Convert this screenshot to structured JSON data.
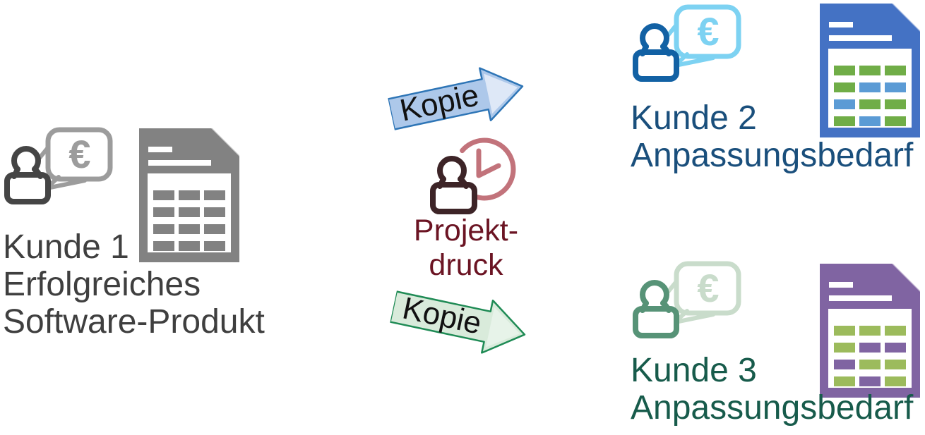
{
  "background_color": "#ffffff",
  "kunde1": {
    "label_lines": [
      "Kunde 1",
      "Erfolgreiches",
      "Software-Produkt"
    ],
    "text_color": "#3F3F3F",
    "person_color": "#454545",
    "bubble_color": "#9C9C9C",
    "euro_symbol": "€",
    "doc": {
      "color": "#828282",
      "cells": [
        [
          "#828282",
          "#828282",
          "#828282"
        ],
        [
          "#828282",
          "#828282",
          "#828282"
        ],
        [
          "#828282",
          "#828282",
          "#828282"
        ],
        [
          "#828282",
          "#828282",
          "#828282"
        ]
      ]
    }
  },
  "kopie_top": {
    "label": "Kopie",
    "border_color": "#2E75B6",
    "fill_from": "#ADC8EA",
    "fill_to": "#DEE8F7"
  },
  "projektdruck": {
    "label_lines": [
      "Projekt-",
      "druck"
    ],
    "text_color": "#6B1423",
    "person_color": "#3D2427",
    "clock_color": "#C2737B"
  },
  "kopie_bottom": {
    "label": "Kopie",
    "border_color": "#1F8B55",
    "fill_from": "#D9EBDB",
    "fill_to": "#E7F3E9"
  },
  "kunde2": {
    "label_lines": [
      "Kunde 2",
      "Anpassungsbedarf"
    ],
    "text_color": "#1A4F7C",
    "person_color": "#1261A4",
    "bubble_color": "#7DD2F2",
    "euro_symbol": "€",
    "doc": {
      "color": "#4472C4",
      "cells": [
        [
          "#70AD47",
          "#70AD47",
          "#70AD47"
        ],
        [
          "#70AD47",
          "#5B9BD5",
          "#5B9BD5"
        ],
        [
          "#5B9BD5",
          "#70AD47",
          "#70AD47"
        ],
        [
          "#70AD47",
          "#5B9BD5",
          "#70AD47"
        ]
      ]
    }
  },
  "kunde3": {
    "label_lines": [
      "Kunde 3",
      "Anpassungsbedarf"
    ],
    "text_color": "#175B4B",
    "person_color": "#579377",
    "bubble_color": "#C9DCCB",
    "euro_symbol": "€",
    "doc": {
      "color": "#8064A2",
      "cells": [
        [
          "#9CBB5C",
          "#9CBB5C",
          "#9CBB5C"
        ],
        [
          "#9CBB5C",
          "#8064A2",
          "#8064A2"
        ],
        [
          "#8064A2",
          "#9CBB5C",
          "#9CBB5C"
        ],
        [
          "#9CBB5C",
          "#8064A2",
          "#9CBB5C"
        ]
      ]
    }
  }
}
